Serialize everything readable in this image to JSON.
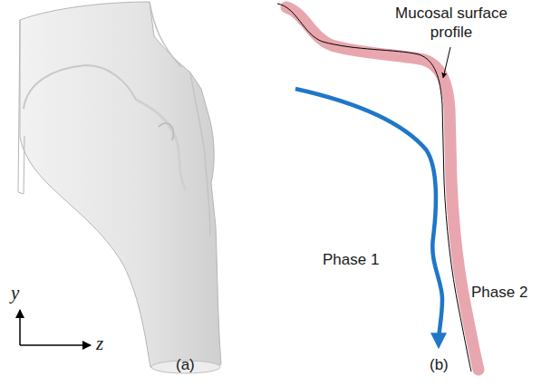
{
  "diagram": {
    "labels": [
      "Mucosal surface profile",
      "Phase 2",
      "Phase 1",
      "y",
      "z",
      "(a)",
      "(b)"
    ]
  }
}
